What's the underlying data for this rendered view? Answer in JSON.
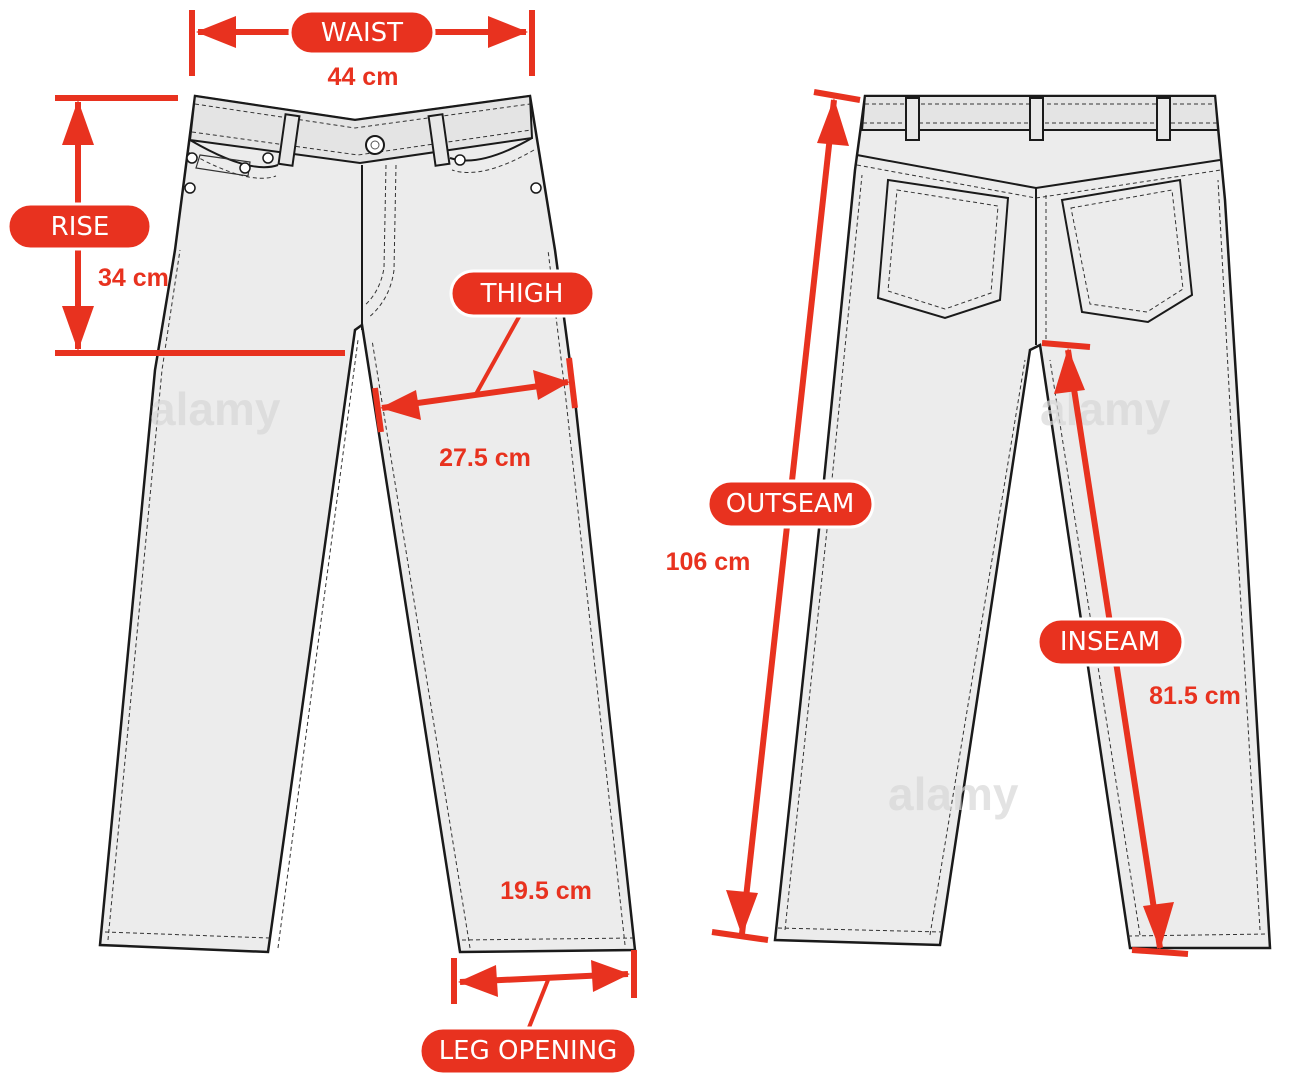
{
  "colors": {
    "accent": "#e8321f",
    "garment_fill": "#ececec",
    "outline": "#1a1a1a",
    "label_text": "#ffffff",
    "background": "#ffffff"
  },
  "front_view": {
    "measurements": {
      "waist": {
        "label": "WAIST",
        "value": "44 cm"
      },
      "rise": {
        "label": "RISE",
        "value": "34 cm"
      },
      "thigh": {
        "label": "THIGH",
        "value": "27.5 cm"
      },
      "leg_opening": {
        "label": "LEG OPENING",
        "value": "19.5 cm"
      }
    }
  },
  "back_view": {
    "measurements": {
      "outseam": {
        "label": "OUTSEAM",
        "value": "106 cm"
      },
      "inseam": {
        "label": "INSEAM",
        "value": "81.5 cm"
      }
    }
  },
  "watermark": "alamy"
}
